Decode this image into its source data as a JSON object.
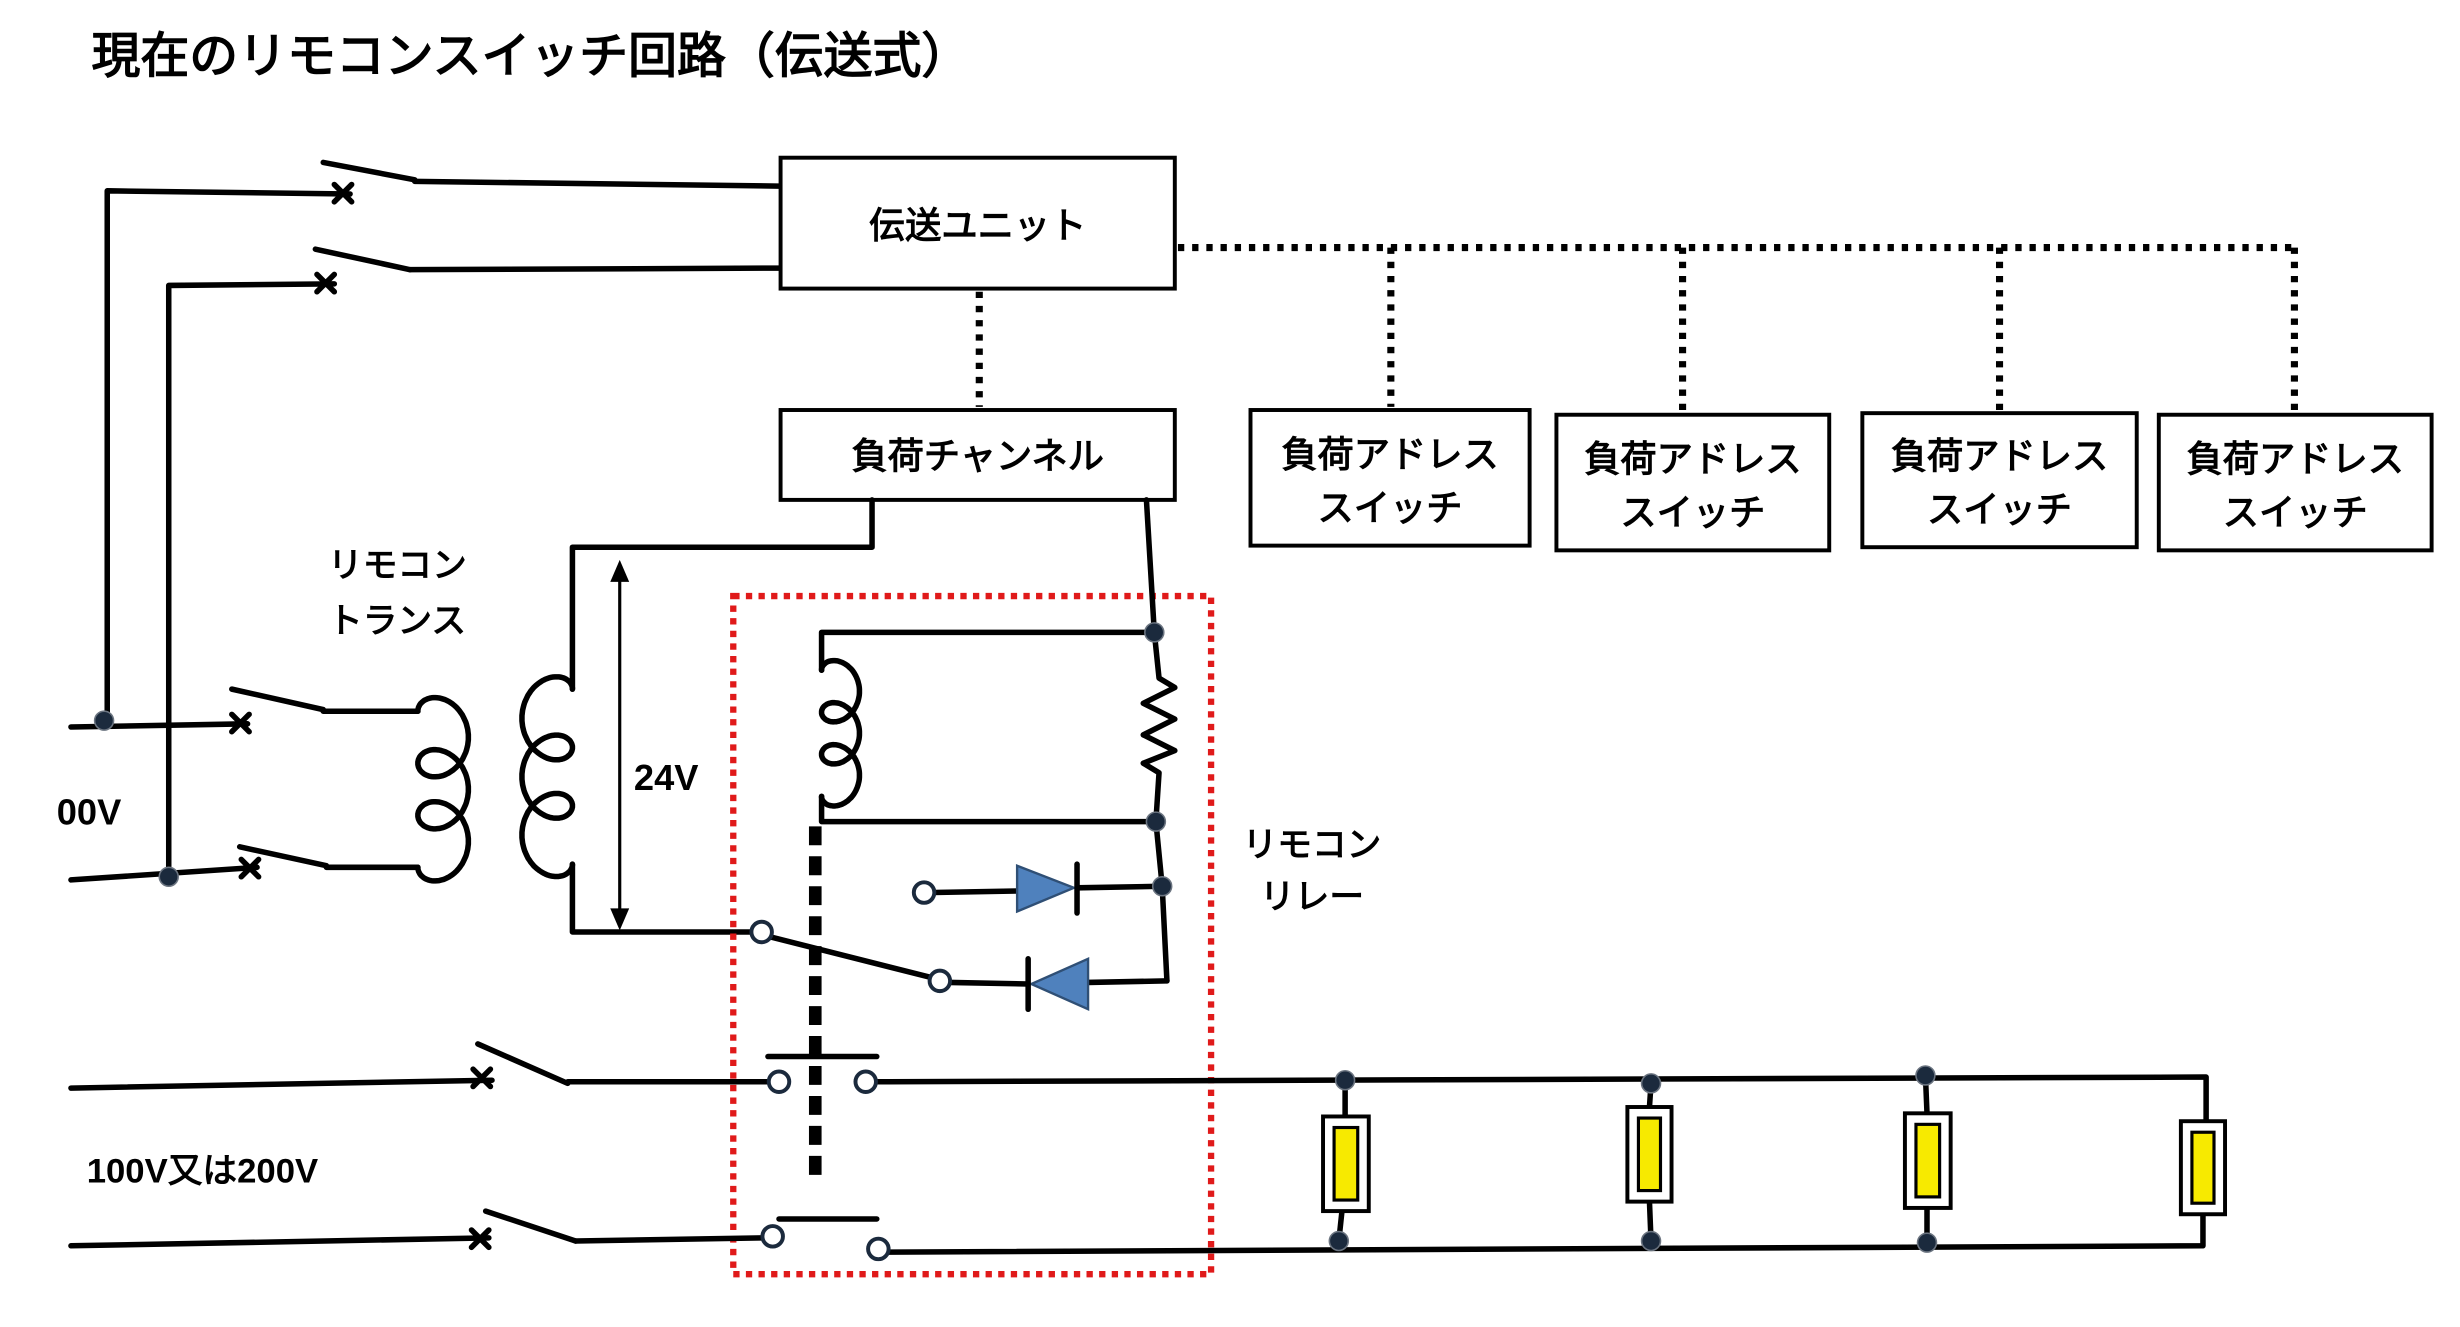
{
  "title": "現在のリモコンスイッチ回路（伝送式）",
  "transmission_unit": {
    "label": "伝送ユニット"
  },
  "load_channel": {
    "label": "負荷チャンネル"
  },
  "address_switches": [
    {
      "line1": "負荷アドレス",
      "line2": "スイッチ"
    },
    {
      "line1": "負荷アドレス",
      "line2": "スイッチ"
    },
    {
      "line1": "負荷アドレス",
      "line2": "スイッチ"
    },
    {
      "line1": "負荷アドレス",
      "line2": "スイッチ"
    }
  ],
  "remote_transformer": {
    "line1": "リモコン",
    "line2": "トランス"
  },
  "remote_relay": {
    "line1": "リモコン",
    "line2": "リレー"
  },
  "control_voltage": "24V",
  "supply_voltage_left": "00V",
  "main_voltage": "100V又は200V",
  "colors": {
    "relay_outline": "#e01a1a",
    "lamp": "#f7ea00",
    "diode": "#4f81bd",
    "junction": "#1b2a3d"
  }
}
